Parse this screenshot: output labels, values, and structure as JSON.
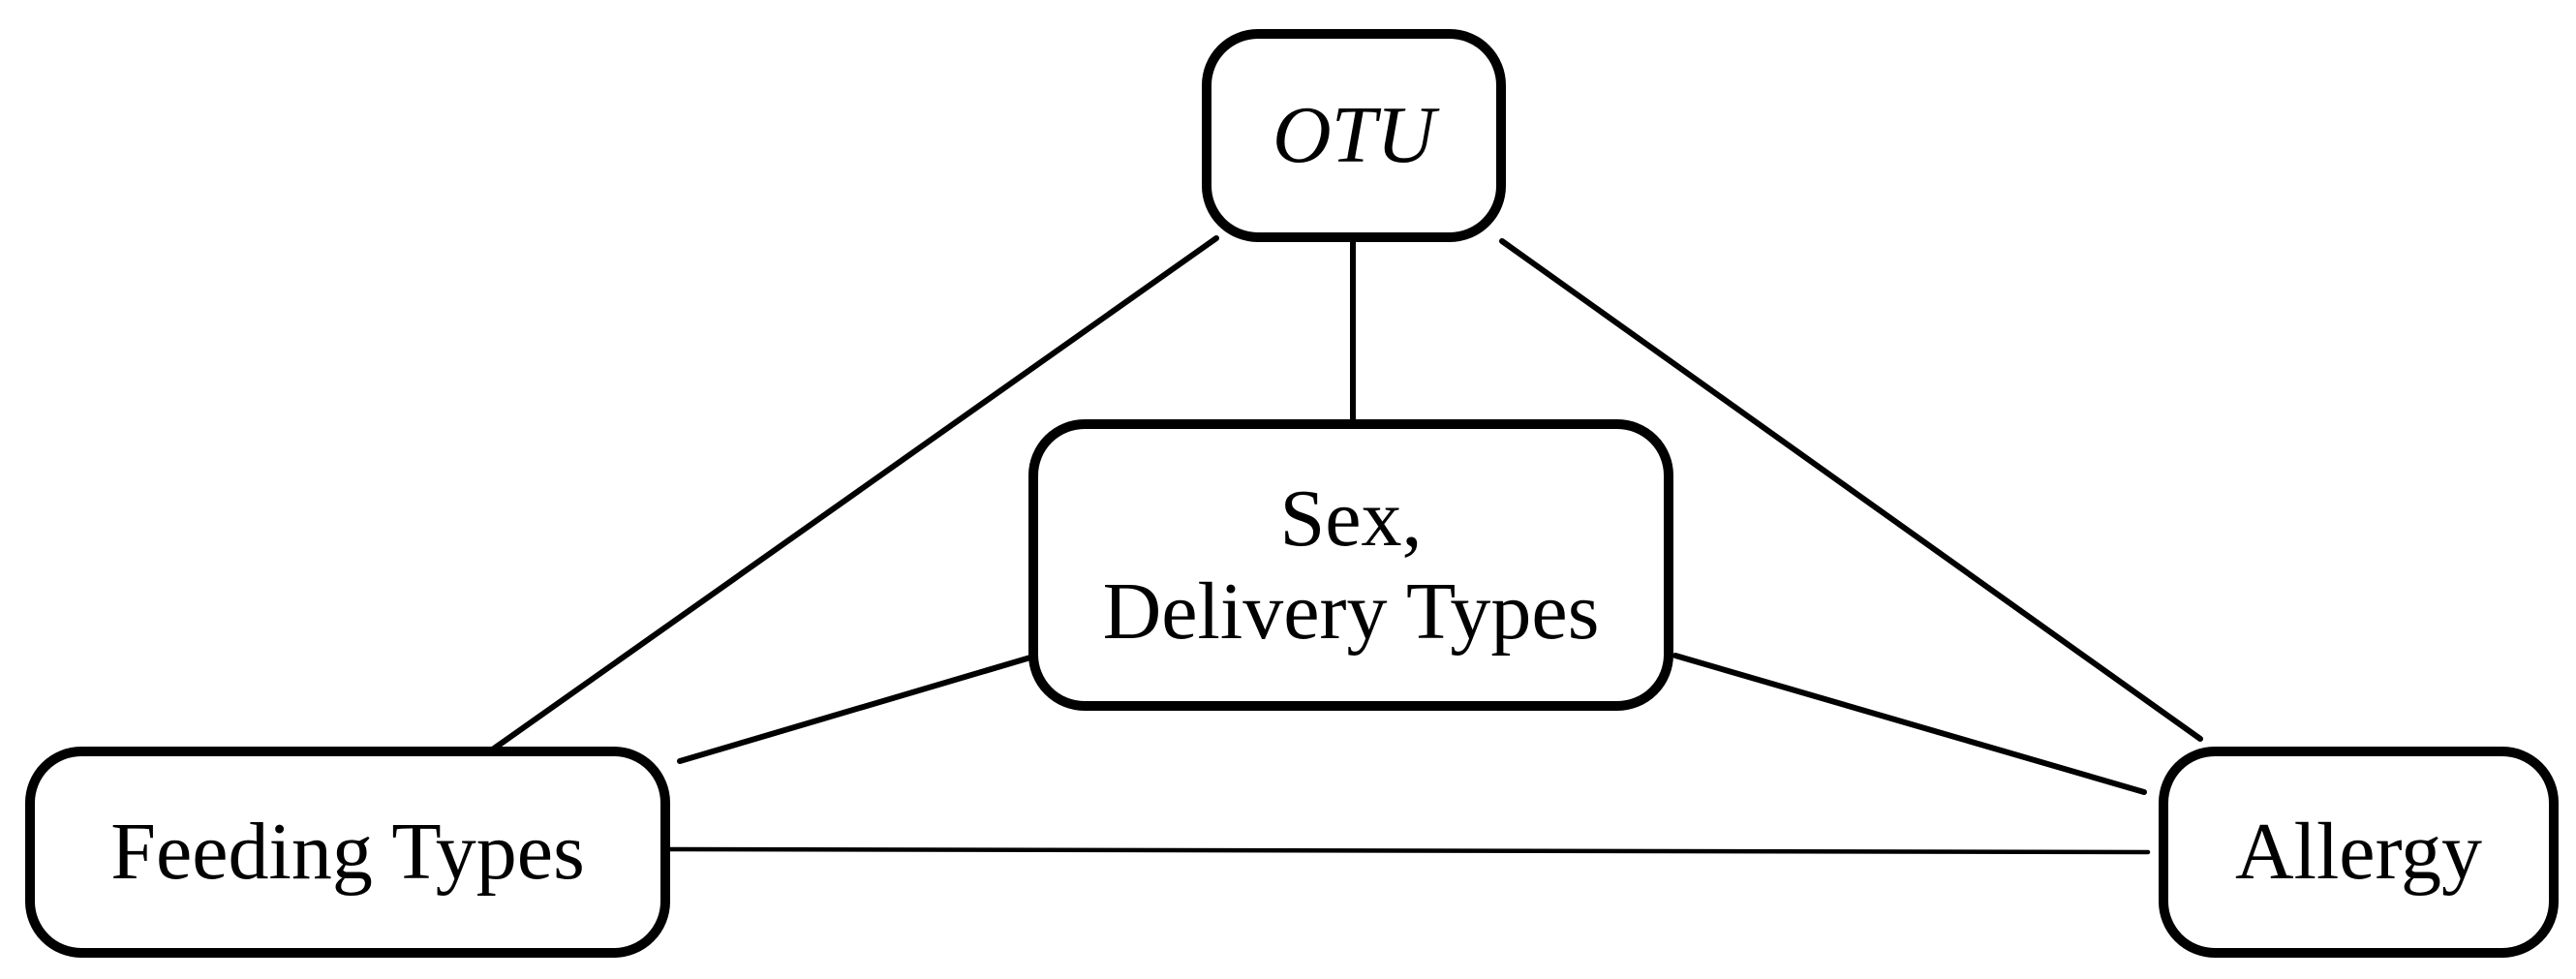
{
  "figure": {
    "background_color": "#ffffff",
    "stroke_color": "#000000",
    "text_color": "#000000",
    "nodes": {
      "otu": {
        "label": "OTU",
        "font_style": "italic"
      },
      "sex_delivery": {
        "line1": "Sex,",
        "line2": "Delivery Types"
      },
      "feeding_types": {
        "label": "Feeding Types"
      },
      "allergy": {
        "label": "Allergy"
      }
    },
    "edges": [
      {
        "from": "otu",
        "to": "feeding_types"
      },
      {
        "from": "otu",
        "to": "sex_delivery"
      },
      {
        "from": "otu",
        "to": "allergy"
      },
      {
        "from": "sex_delivery",
        "to": "feeding_types"
      },
      {
        "from": "sex_delivery",
        "to": "allergy"
      },
      {
        "from": "feeding_types",
        "to": "allergy"
      }
    ]
  }
}
